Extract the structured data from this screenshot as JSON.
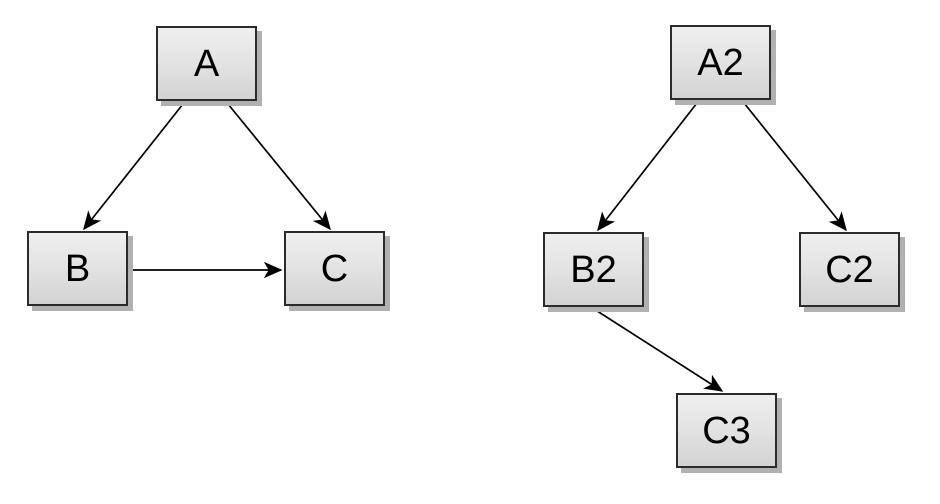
{
  "diagram": {
    "background_color": "#ffffff",
    "node_style": {
      "fill_top": "#efefef",
      "fill_bottom": "#d3d3d3",
      "border_color": "#2b2b2b",
      "shadow_color": "#b1b1b1",
      "text_color": "#000000"
    },
    "edge_style": {
      "color": "#000000",
      "arrowhead": "filled-arrow"
    },
    "graphs": [
      {
        "name": "left-graph",
        "nodes": [
          {
            "id": "A",
            "label": "A"
          },
          {
            "id": "B",
            "label": "B"
          },
          {
            "id": "C",
            "label": "C"
          }
        ],
        "edges": [
          {
            "from": "A",
            "to": "B"
          },
          {
            "from": "A",
            "to": "C"
          },
          {
            "from": "B",
            "to": "C"
          }
        ]
      },
      {
        "name": "right-graph",
        "nodes": [
          {
            "id": "A2",
            "label": "A2"
          },
          {
            "id": "B2",
            "label": "B2"
          },
          {
            "id": "C2",
            "label": "C2"
          },
          {
            "id": "C3",
            "label": "C3"
          }
        ],
        "edges": [
          {
            "from": "A2",
            "to": "B2"
          },
          {
            "from": "A2",
            "to": "C2"
          },
          {
            "from": "B2",
            "to": "C3"
          }
        ]
      }
    ]
  }
}
